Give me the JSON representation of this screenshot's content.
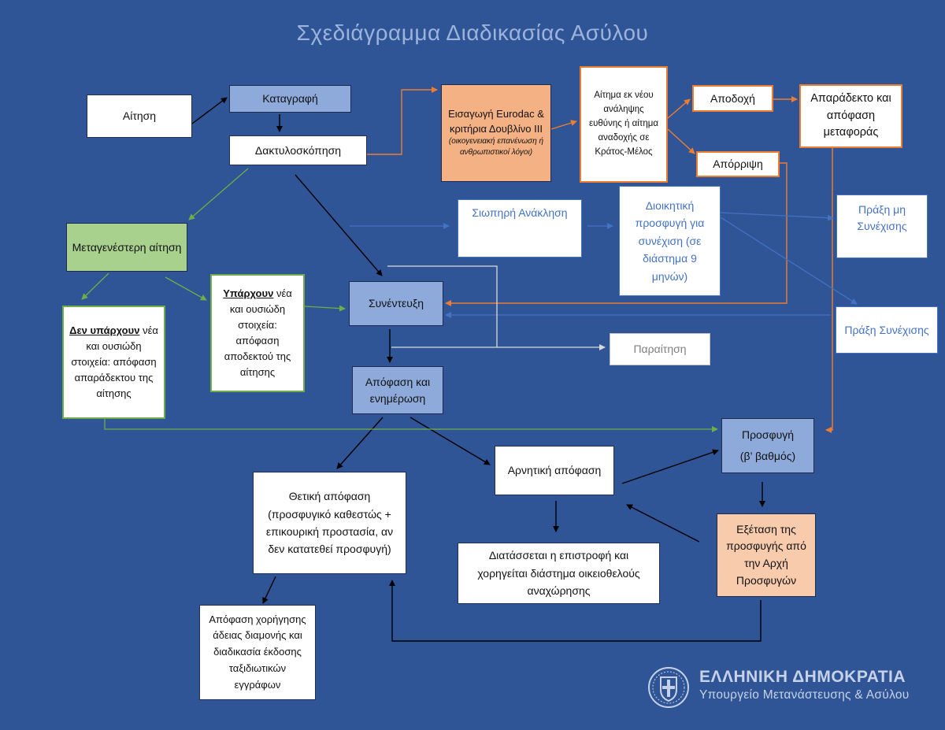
{
  "title": "Σχεδιάγραμμα Διαδικασίας Ασύλου",
  "boxes": {
    "aitisi": "Αίτηση",
    "katagrafi": "Καταγραφή",
    "daktylo": "Δακτυλοσκόπηση",
    "eurodac_main": "Εισαγωγή Eurodac & κριτήρια Δουβλίνο ΙΙΙ",
    "eurodac_note": "(οικογενειακή επανένωση ή ανθρωπιστικοί λόγοι)",
    "aitima_neou": "Αίτημα εκ νέου ανάληψης ευθύνης ή αίτημα αναδοχής σε Κράτος-Μέλος",
    "apodochi": "Αποδοχή",
    "aporripsi": "Απόρριψη",
    "aparadekto": "Απαράδεκτο και απόφαση μεταφοράς",
    "siopiri": "Σιωπηρή Ανάκληση",
    "dioikitiki": "Διοικητική προσφυγή για συνέχιση (σε διάστημα 9 μηνών)",
    "praxi_mi": "Πράξη μη Συνέχισης",
    "praxi_syn": "Πράξη Συνέχισης",
    "metagenesteri": "Μεταγενέστερη αίτηση",
    "den_yparxoun_bold": "Δεν υπάρχουν",
    "den_yparxoun_rest": "νέα και ουσιώδη στοιχεία: απόφαση απαράδεκτου της αίτησης",
    "yparxoun_bold": "Υπάρχουν",
    "yparxoun_rest": "νέα και ουσιώδη στοιχεία: απόφαση αποδεκτού της αίτησης",
    "synenteuxi": "Συνέντευξη",
    "paraitisi": "Παραίτηση",
    "apofasi": "Απόφαση και ενημέρωση",
    "prosfygi": "Προσφυγή",
    "prosfygi_sub": "(β’ βαθμός)",
    "arnitiki": "Αρνητική απόφαση",
    "thetiki": "Θετική απόφαση (προσφυγικό καθεστώς + επικουρική προστασία, αν δεν κατατεθεί προσφυγή)",
    "diatassetai": "Διατάσσεται η επιστροφή και χορηγείται διάστημα οικειοθελούς αναχώρησης",
    "exetasi": "Εξέταση της προσφυγής από την Αρχή Προσφυγών",
    "apofasi_xorigisis": "Απόφαση χορήγησης άδειας διαμονής και διαδικασία έκδοσης ταξιδιωτικών εγγράφων"
  },
  "logo": {
    "line1": "ΕΛΛΗΝΙΚΗ ΔΗΜΟΚΡΑΤΙΑ",
    "line2": "Υπουργείο Μετανάστευσης & Ασύλου",
    "icon": "greek-coat-of-arms"
  },
  "colors": {
    "background": "#2f5597",
    "black_arrow": "#000000",
    "orange_arrow": "#ed7d31",
    "green_arrow": "#70ad47",
    "blue_arrow": "#4472c4",
    "grey_arrow": "#d9d9d9"
  }
}
